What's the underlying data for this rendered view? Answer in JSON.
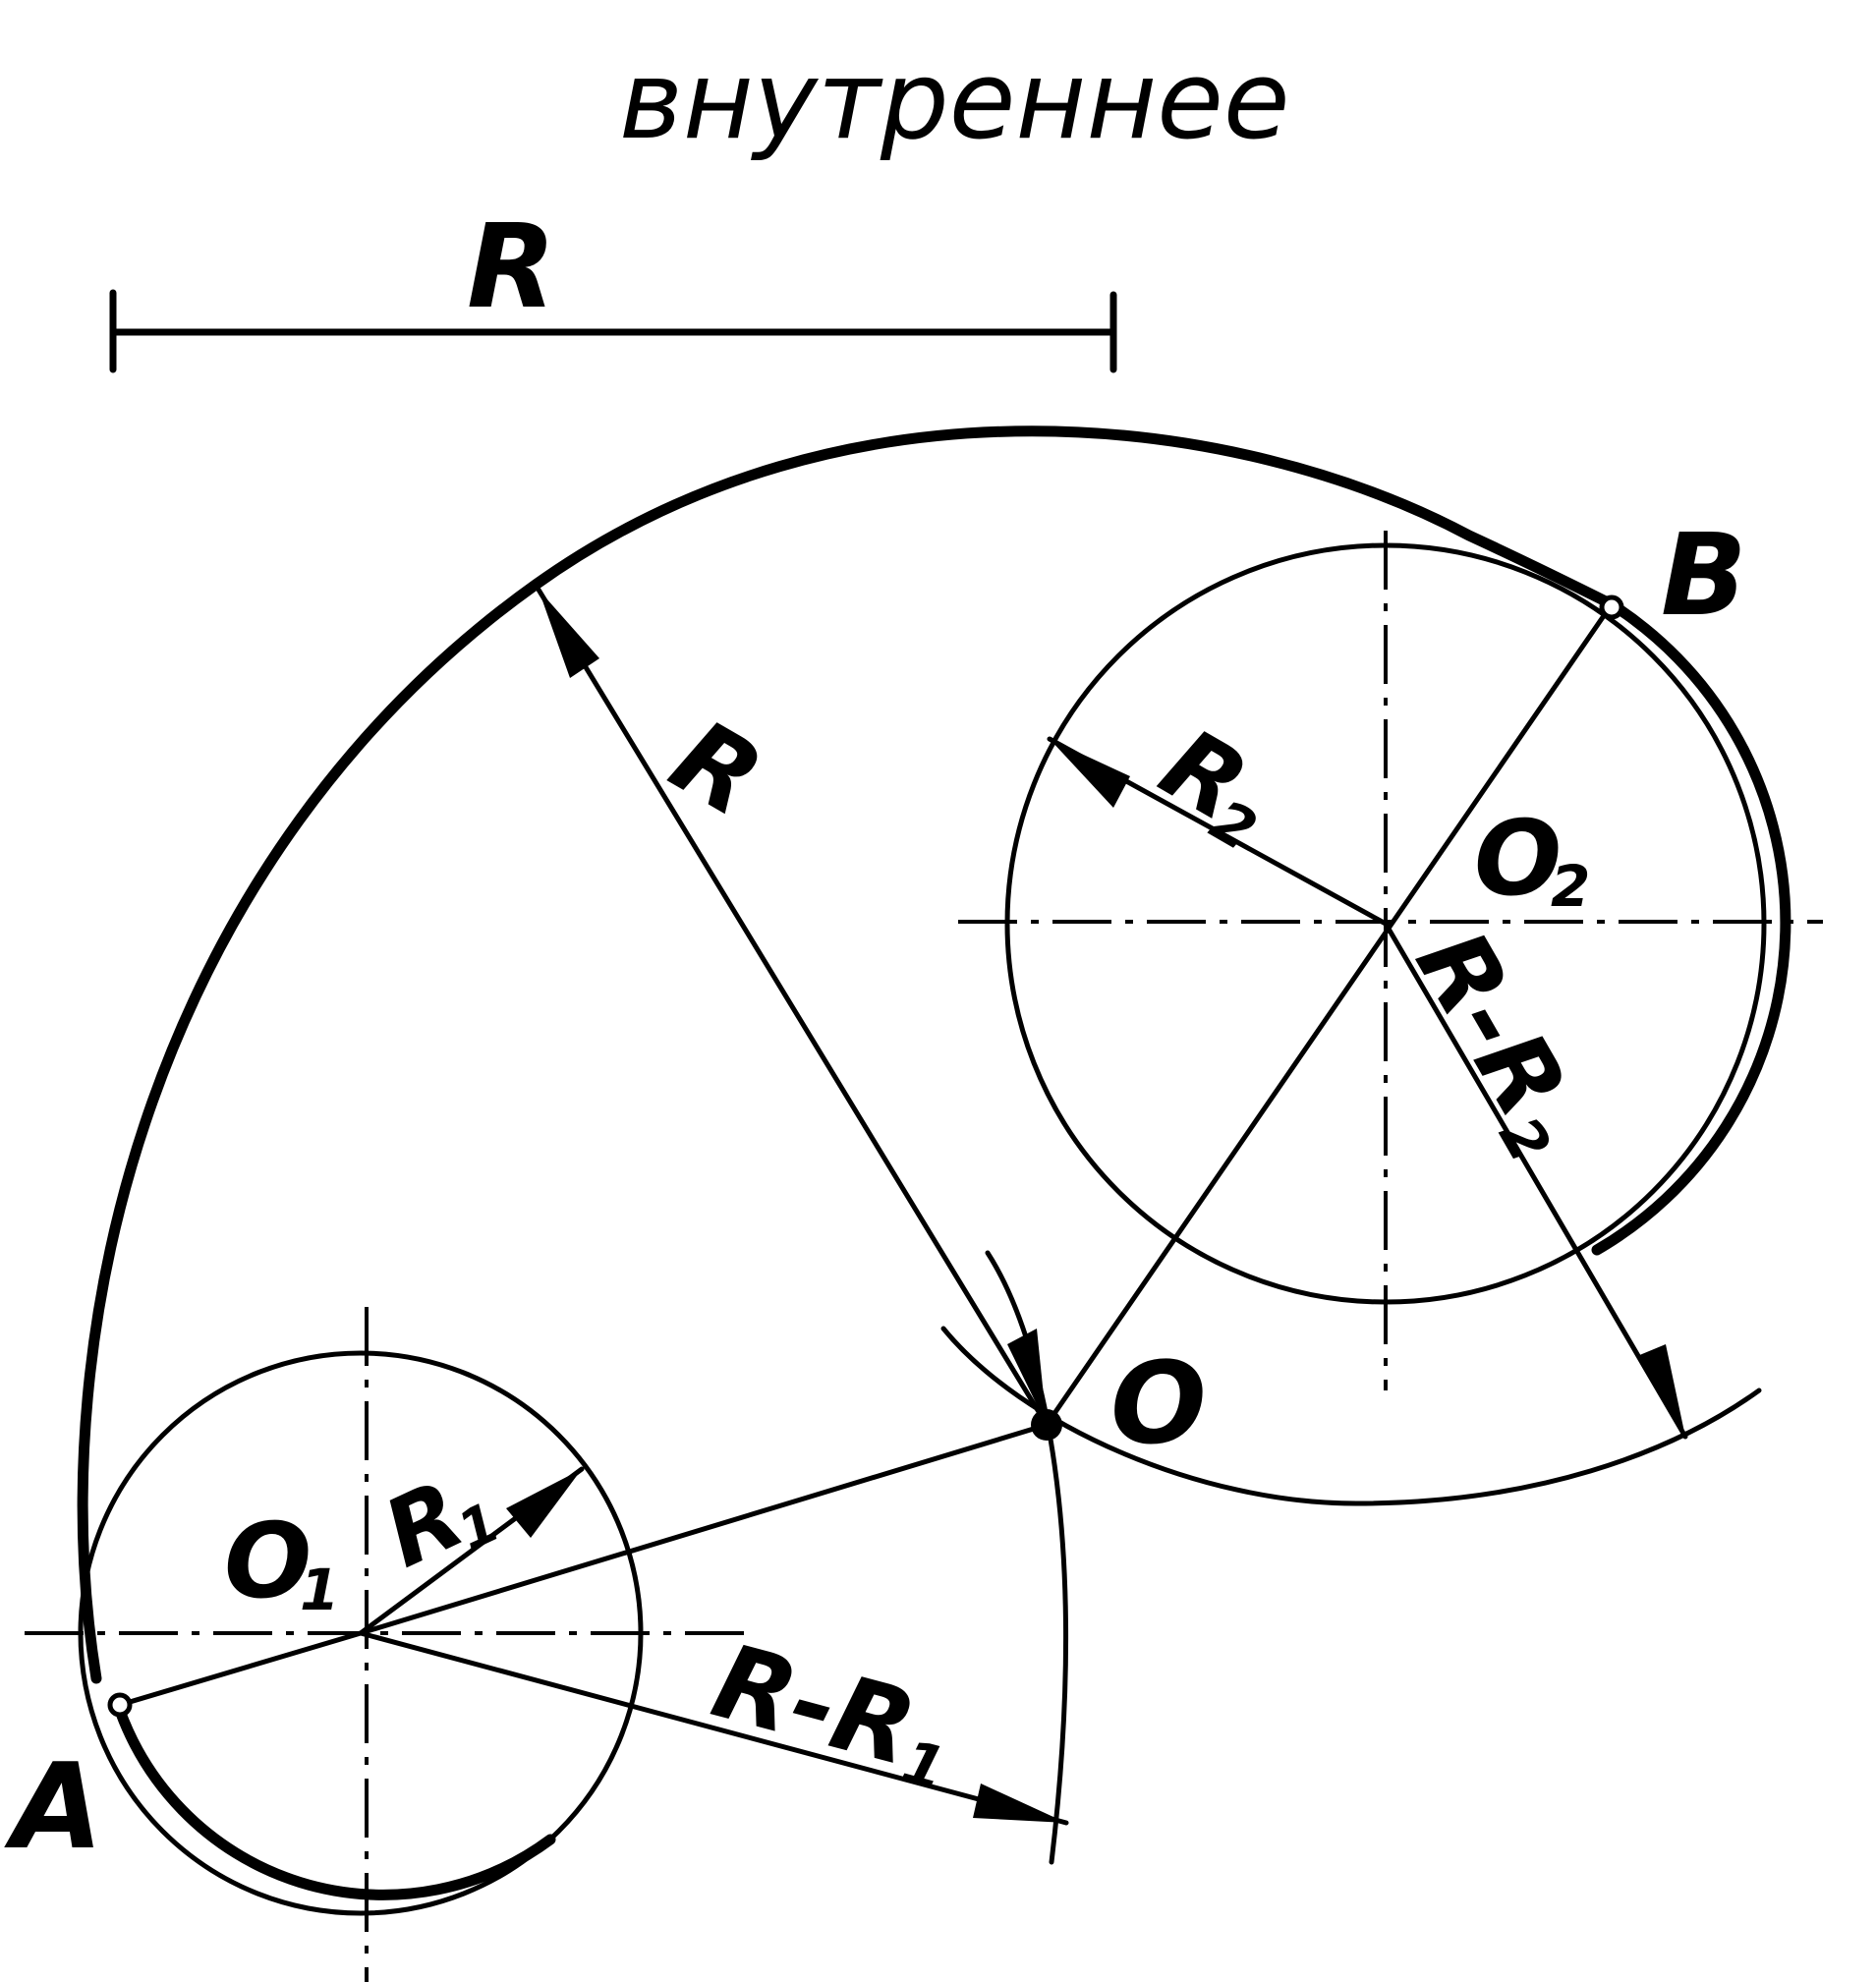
{
  "title": "внутреннее",
  "labels": {
    "scale_r": "R",
    "arc_r": "R",
    "point_a": "A",
    "point_b": "B",
    "point_o": "O",
    "center_o1": "O",
    "center_o1_sub": "1",
    "center_o2": "O",
    "center_o2_sub": "2",
    "radius_r1": "R",
    "radius_r1_sub": "1",
    "radius_r2": "R",
    "radius_r2_sub": "2",
    "r_minus_r1": "R-R",
    "r_minus_r1_sub": "1",
    "r_minus_r2": "R-R",
    "r_minus_r2_sub": "2"
  },
  "colors": {
    "ink": "#000000",
    "paper": "#ffffff"
  }
}
